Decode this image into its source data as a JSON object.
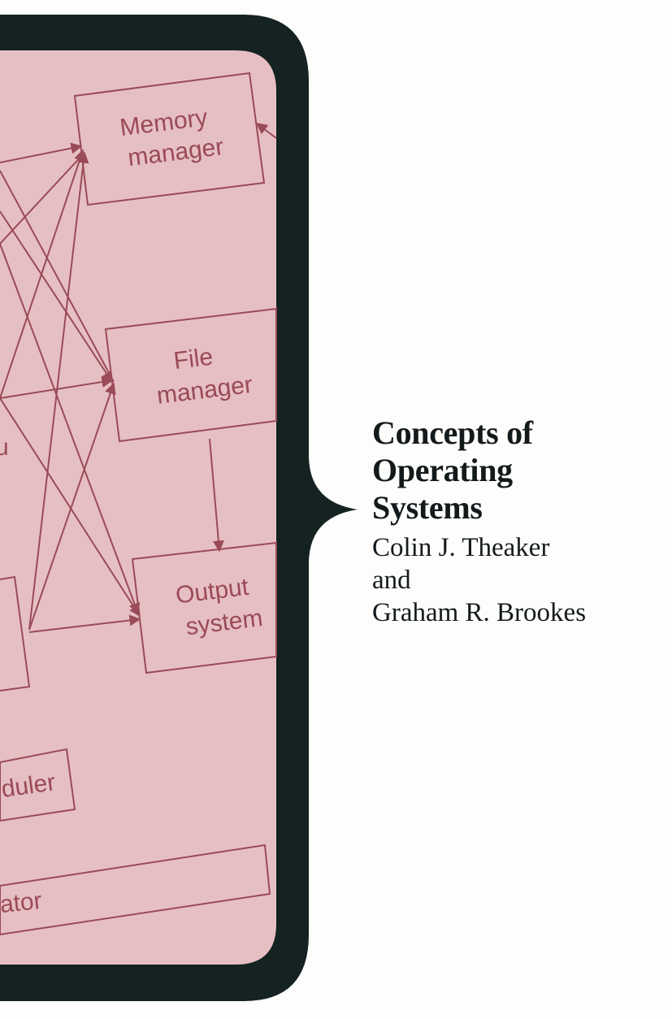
{
  "cover": {
    "title_lines": [
      "Concepts of",
      "Operating",
      "Systems"
    ],
    "authors": {
      "line1": "Colin J. Theaker",
      "line2": "and",
      "line3": "Graham R. Brookes"
    }
  },
  "diagram": {
    "boxes": {
      "memory_manager": [
        "Memory",
        "manager"
      ],
      "file_manager": [
        "File",
        "manager"
      ],
      "output_system": [
        "Output",
        "system"
      ],
      "scheduler_fragment": "duler",
      "allocator_fragment": "ator"
    },
    "stray_fragment": "u"
  },
  "colors": {
    "panel_fill": "#e6bfc3",
    "bracket": "#142221",
    "diagram_line": "#9a4a58",
    "text": "#141a1c"
  }
}
